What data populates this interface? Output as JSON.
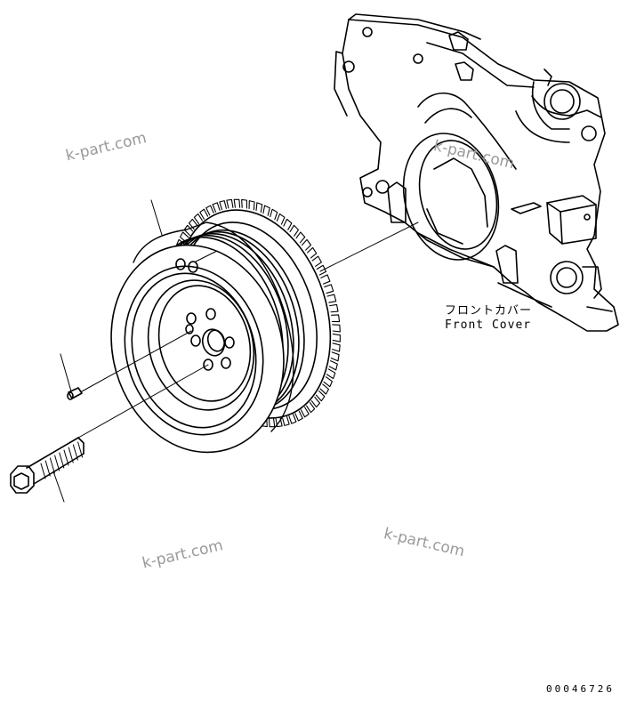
{
  "callouts": {
    "front_cover_jp": "フロントカバー",
    "front_cover_en": "Front Cover"
  },
  "watermark": "k-part.com",
  "document_number": "00046726",
  "colors": {
    "line": "#000000",
    "watermark": "#9a9a9a",
    "background": "#ffffff"
  }
}
